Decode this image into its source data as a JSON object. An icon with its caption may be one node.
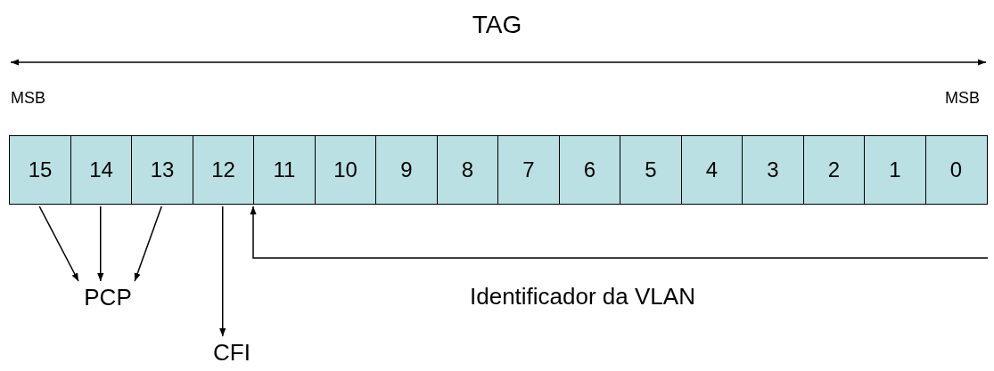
{
  "diagram": {
    "nodes": [
      {
        "text": [
          "15"
        ]
      },
      {
        "text": [
          "14"
        ]
      },
      {
        "text": [
          "13"
        ]
      },
      {
        "text": [
          "12"
        ]
      },
      {
        "text": [
          "11"
        ]
      },
      {
        "text": [
          "10"
        ]
      },
      {
        "text": [
          "9"
        ]
      },
      {
        "text": [
          "8"
        ]
      },
      {
        "text": [
          "7"
        ]
      },
      {
        "text": [
          "6"
        ]
      },
      {
        "text": [
          "5"
        ]
      },
      {
        "text": [
          "4"
        ]
      },
      {
        "text": [
          "3"
        ]
      },
      {
        "text": [
          "2"
        ]
      },
      {
        "text": [
          "1"
        ]
      },
      {
        "text": [
          "0"
        ]
      },
      {
        "text": [
          "PCP"
        ]
      },
      {
        "text": [
          "CFI"
        ]
      }
    ],
    "edges": [
      {
        "from": 0,
        "to": 16,
        "arrow": "to"
      },
      {
        "from": 1,
        "to": 16,
        "arrow": "to"
      },
      {
        "from": 2,
        "to": 16,
        "arrow": "to"
      },
      {
        "from": 3,
        "to": 17,
        "arrow": "to"
      },
      {
        "from": null,
        "to": 4,
        "arrow": "to",
        "label": "Identificador da VLAN"
      }
    ],
    "labels": [
      "TAG",
      "MSB",
      "MSB"
    ]
  }
}
